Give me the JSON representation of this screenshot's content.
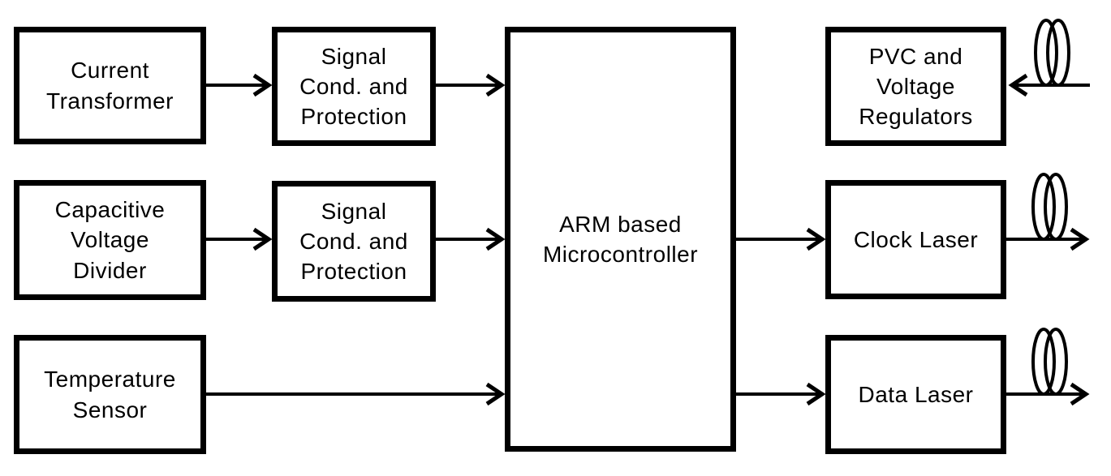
{
  "diagram_type": "block-diagram",
  "blocks": {
    "current_transformer": {
      "label": "Current\nTransformer"
    },
    "signal_cond_protection_1": {
      "label": "Signal\nCond. and\nProtection"
    },
    "capacitive_voltage_divider": {
      "label": "Capacitive\nVoltage\nDivider"
    },
    "signal_cond_protection_2": {
      "label": "Signal\nCond. and\nProtection"
    },
    "temperature_sensor": {
      "label": "Temperature\nSensor"
    },
    "arm_microcontroller": {
      "label": "ARM based\nMicrocontroller"
    },
    "pvc_voltage_regulators": {
      "label": "PVC and\nVoltage\nRegulators"
    },
    "clock_laser": {
      "label": "Clock Laser"
    },
    "data_laser": {
      "label": "Data Laser"
    }
  },
  "connections": [
    {
      "from": "current_transformer",
      "to": "signal_cond_protection_1"
    },
    {
      "from": "signal_cond_protection_1",
      "to": "arm_microcontroller"
    },
    {
      "from": "capacitive_voltage_divider",
      "to": "signal_cond_protection_2"
    },
    {
      "from": "signal_cond_protection_2",
      "to": "arm_microcontroller"
    },
    {
      "from": "temperature_sensor",
      "to": "arm_microcontroller"
    },
    {
      "from": "arm_microcontroller",
      "to": "clock_laser"
    },
    {
      "from": "arm_microcontroller",
      "to": "data_laser"
    },
    {
      "from": "clock_laser",
      "to": "fiber-output-coil"
    },
    {
      "from": "data_laser",
      "to": "fiber-output-coil"
    },
    {
      "from": "fiber-input-coil",
      "to": "pvc_voltage_regulators"
    }
  ],
  "icons": {
    "fiber_coil": "double-loop-coil"
  },
  "colors": {
    "stroke": "#000000",
    "text": "#000000",
    "background": "#ffffff"
  }
}
